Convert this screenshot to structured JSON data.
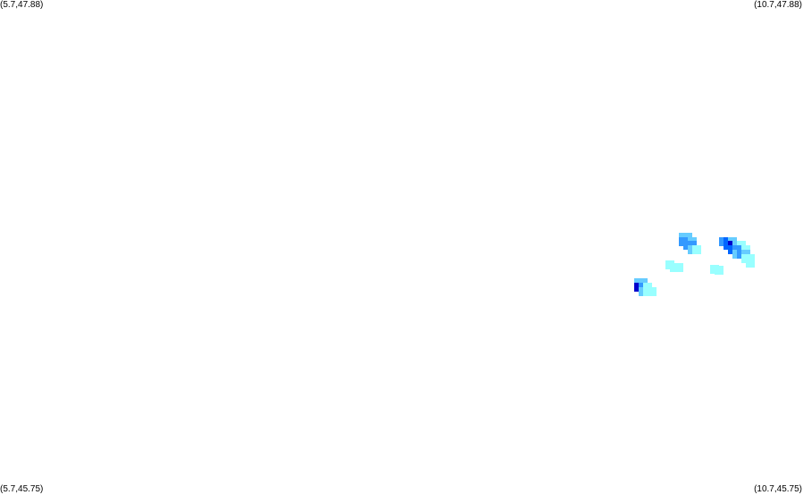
{
  "corners": {
    "top_left": "(5.7,47.88)",
    "top_right": "(10.7,47.88)",
    "bottom_left": "(5.7,45.75)",
    "bottom_right": "(10.7,45.75)"
  },
  "palette": {
    "light": "#99ffff",
    "medium_light": "#66ccff",
    "medium": "#3399ff",
    "dark": "#0066ff",
    "darkest": "#0000cc"
  },
  "extent": {
    "lon_min": 5.7,
    "lon_max": 10.7,
    "lat_min": 45.75,
    "lat_max": 47.88
  },
  "cells": [
    {
      "lon": 9.952,
      "lat": 46.855,
      "level": "medium_light"
    },
    {
      "lon": 9.98,
      "lat": 46.855,
      "level": "medium_light"
    },
    {
      "lon": 9.952,
      "lat": 46.836,
      "level": "medium"
    },
    {
      "lon": 9.98,
      "lat": 46.836,
      "level": "medium"
    },
    {
      "lon": 10.008,
      "lat": 46.836,
      "level": "medium_light"
    },
    {
      "lon": 9.98,
      "lat": 46.817,
      "level": "medium"
    },
    {
      "lon": 10.008,
      "lat": 46.817,
      "level": "medium"
    },
    {
      "lon": 10.008,
      "lat": 46.798,
      "level": "medium_light"
    },
    {
      "lon": 10.036,
      "lat": 46.798,
      "level": "light"
    },
    {
      "lon": 10.203,
      "lat": 46.836,
      "level": "medium"
    },
    {
      "lon": 10.231,
      "lat": 46.836,
      "level": "dark"
    },
    {
      "lon": 10.258,
      "lat": 46.836,
      "level": "medium_light"
    },
    {
      "lon": 10.231,
      "lat": 46.817,
      "level": "dark"
    },
    {
      "lon": 10.258,
      "lat": 46.817,
      "level": "darkest"
    },
    {
      "lon": 10.286,
      "lat": 46.817,
      "level": "medium_light"
    },
    {
      "lon": 10.314,
      "lat": 46.817,
      "level": "light"
    },
    {
      "lon": 10.258,
      "lat": 46.798,
      "level": "dark"
    },
    {
      "lon": 10.286,
      "lat": 46.798,
      "level": "medium"
    },
    {
      "lon": 10.314,
      "lat": 46.798,
      "level": "medium"
    },
    {
      "lon": 10.342,
      "lat": 46.798,
      "level": "light"
    },
    {
      "lon": 10.286,
      "lat": 46.779,
      "level": "medium_light"
    },
    {
      "lon": 10.314,
      "lat": 46.779,
      "level": "medium"
    },
    {
      "lon": 10.342,
      "lat": 46.779,
      "level": "medium_light"
    },
    {
      "lon": 10.342,
      "lat": 46.76,
      "level": "light"
    },
    {
      "lon": 10.37,
      "lat": 46.76,
      "level": "light"
    },
    {
      "lon": 10.37,
      "lat": 46.741,
      "level": "light"
    },
    {
      "lon": 9.869,
      "lat": 46.735,
      "level": "light"
    },
    {
      "lon": 9.897,
      "lat": 46.722,
      "level": "light"
    },
    {
      "lon": 9.925,
      "lat": 46.722,
      "level": "light"
    },
    {
      "lon": 10.147,
      "lat": 46.716,
      "level": "light"
    },
    {
      "lon": 10.175,
      "lat": 46.71,
      "level": "light"
    },
    {
      "lon": 9.675,
      "lat": 46.658,
      "level": "medium_light"
    },
    {
      "lon": 9.703,
      "lat": 46.658,
      "level": "medium_light"
    },
    {
      "lon": 9.675,
      "lat": 46.639,
      "level": "darkest"
    },
    {
      "lon": 9.703,
      "lat": 46.639,
      "level": "medium"
    },
    {
      "lon": 9.731,
      "lat": 46.639,
      "level": "light"
    },
    {
      "lon": 9.703,
      "lat": 46.62,
      "level": "medium_light"
    },
    {
      "lon": 9.731,
      "lat": 46.62,
      "level": "light"
    },
    {
      "lon": 9.758,
      "lat": 46.62,
      "level": "light"
    }
  ]
}
